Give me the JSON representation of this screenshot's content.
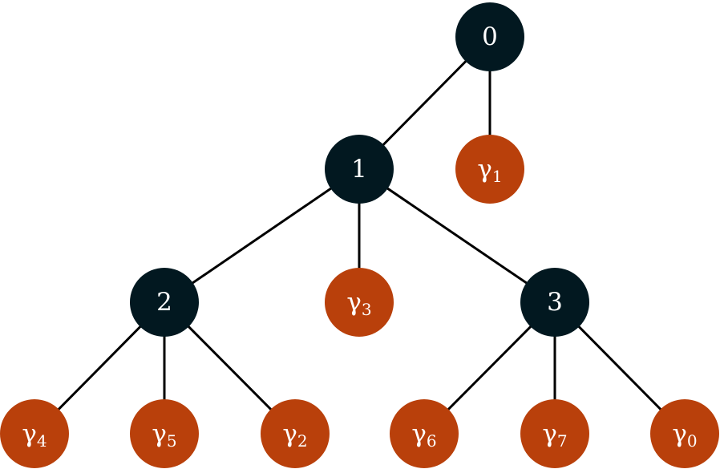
{
  "colors": {
    "internal_node": "#021820",
    "leaf_node": "#b9400b",
    "edge": "#000000",
    "label": "#ffffff"
  },
  "nodes": {
    "n0": {
      "label": "0"
    },
    "n1": {
      "label": "1"
    },
    "n2": {
      "label": "2"
    },
    "n3": {
      "label": "3"
    },
    "leaf_gamma_1": {
      "symbol": "γ",
      "index": "1"
    },
    "leaf_gamma_3": {
      "symbol": "γ",
      "index": "3"
    },
    "leaf_gamma_4": {
      "symbol": "γ",
      "index": "4"
    },
    "leaf_gamma_5": {
      "symbol": "γ",
      "index": "5"
    },
    "leaf_gamma_2": {
      "symbol": "γ",
      "index": "2"
    },
    "leaf_gamma_6": {
      "symbol": "γ",
      "index": "6"
    },
    "leaf_gamma_7": {
      "symbol": "γ",
      "index": "7"
    },
    "leaf_gamma_0": {
      "symbol": "γ",
      "index": "0"
    }
  },
  "edges": [
    {
      "from": "0",
      "to": "1"
    },
    {
      "from": "0",
      "to": "γ1"
    },
    {
      "from": "1",
      "to": "2"
    },
    {
      "from": "1",
      "to": "γ3"
    },
    {
      "from": "1",
      "to": "3"
    },
    {
      "from": "2",
      "to": "γ4"
    },
    {
      "from": "2",
      "to": "γ5"
    },
    {
      "from": "2",
      "to": "γ2"
    },
    {
      "from": "3",
      "to": "γ6"
    },
    {
      "from": "3",
      "to": "γ7"
    },
    {
      "from": "3",
      "to": "γ0"
    }
  ]
}
